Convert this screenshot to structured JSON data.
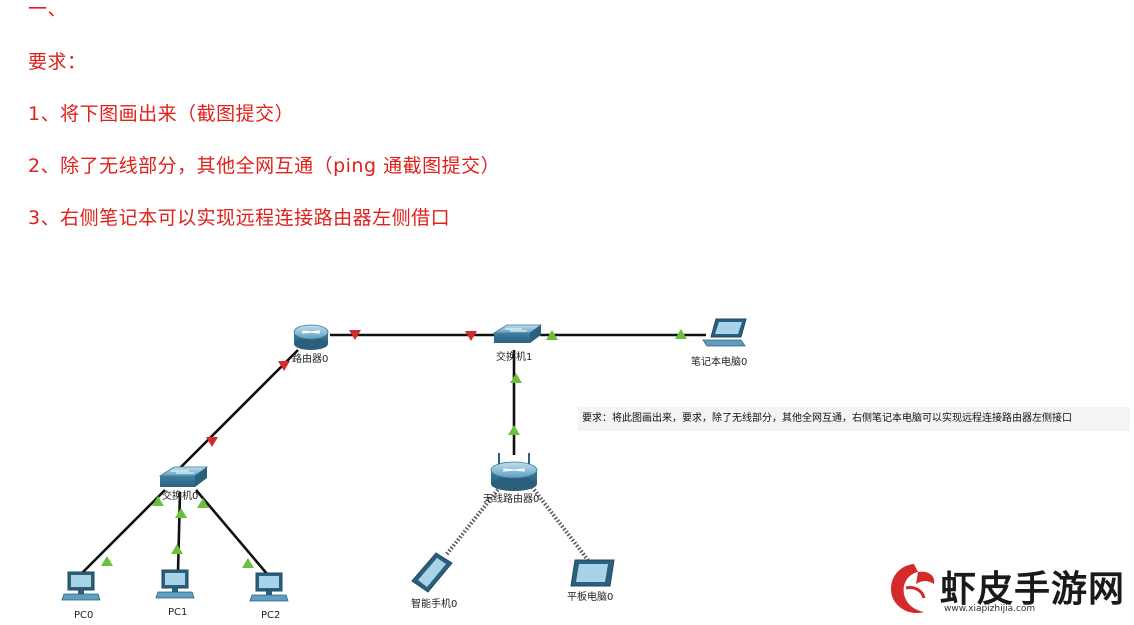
{
  "heading": "一、",
  "requirements": [
    "要求：",
    "1、将下图画出来（截图提交）",
    "2、除了无线部分，其他全网互通（ping 通截图提交）",
    "3、右侧笔记本可以实现远程连接路由器左侧借口"
  ],
  "devices": {
    "router0": "路由器0",
    "switch1": "交换机1",
    "laptop0": "笔记本电脑0",
    "switch0": "交换机0",
    "wireless_router0": "无线路由器0",
    "pc0": "PC0",
    "pc1": "PC1",
    "pc2": "PC2",
    "phone0": "智能手机0",
    "tablet0": "平板电脑0"
  },
  "note": "要求：将此图画出来，要求，除了无线部分，其他全网互通，右侧笔记本电脑可以实现远程连接路由器左侧接口",
  "watermark": {
    "title": "虾皮手游网",
    "url": "www.xiapizhijia.com"
  },
  "colors": {
    "requirement_text": "#e0201a",
    "link_up": "#6bbf3a",
    "link_down": "#d42a2a",
    "cable": "#111111",
    "device_blue": "#4a93b8"
  }
}
